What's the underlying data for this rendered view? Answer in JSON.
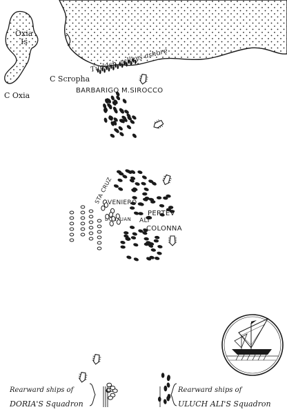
{
  "labels": {
    "oxia_island": "Oxia",
    "oxia_island_suffix": "Is",
    "cape_oxia": "C Oxia",
    "cape_scropha": "C Scropha",
    "turkish_galleys": "Turkish galleys ashore",
    "barbarigo": "BARBARIGO",
    "sirocco": "M.SIROCCO",
    "sta_cruz": "STA CRUZ",
    "veniero": "VENIERO",
    "don_juan": "DON JUAN",
    "pertev": "PERTEV",
    "ali": "ALI",
    "colonna": "COLONNA",
    "doria_rear_line1": "Rearward  ships  of",
    "doria_rear_line2": "DORIA'S  Squadron",
    "uluch_rear_line1": "Rearward  ships  of",
    "uluch_rear_line2": "ULUCH ALI'S  Squadron"
  },
  "colors": {
    "ink": "#1a1a1a",
    "paper": "#ffffff"
  },
  "icons": {
    "galley": "galley-icon",
    "medallion": "lateen-ship-medallion"
  }
}
